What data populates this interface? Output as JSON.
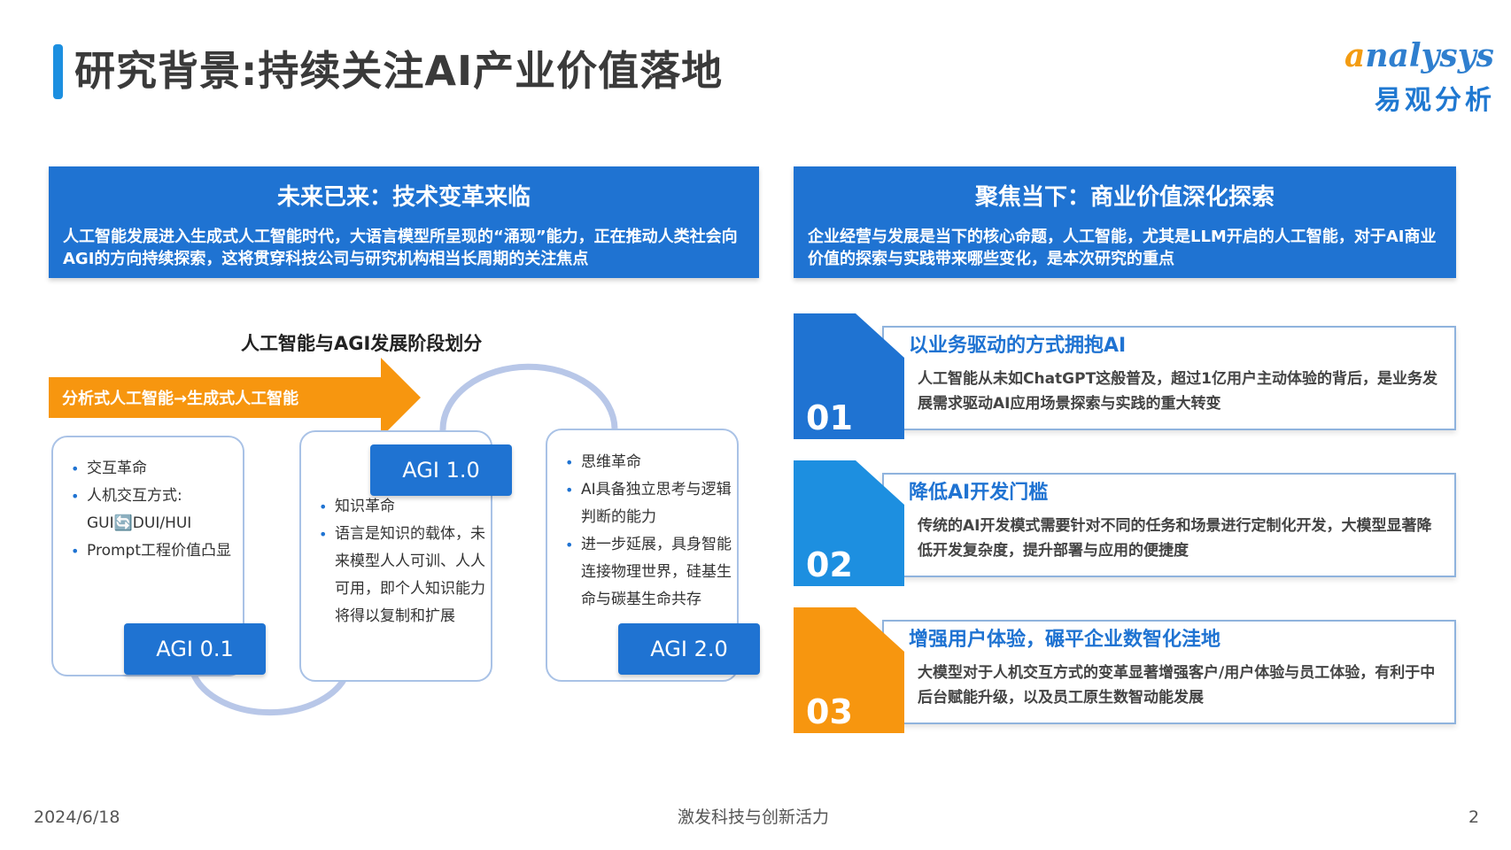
{
  "title": "研究背景:持续关注AI产业价值落地",
  "logo": {
    "en_first": "a",
    "en_rest": "nalysys",
    "cn": "易观分析"
  },
  "left_header": {
    "heading": "未来已来：技术变革来临",
    "description": "人工智能发展进入生成式人工智能时代，大语言模型所呈现的“涌现”能力，正在推动人类社会向AGI的方向持续探索，这将贯穿科技公司与研究机构相当长周期的关注焦点"
  },
  "right_header": {
    "heading": "聚焦当下：商业价值深化探索",
    "description": "企业经营与发展是当下的核心命题，人工智能，尤其是LLM开启的人工智能，对于AI商业价值的探索与实践带来哪些变化，是本次研究的重点"
  },
  "stages": {
    "title": "人工智能与AGI发展阶段划分",
    "arrow_label": "分析式人工智能→生成式人工智能",
    "agi01": {
      "label": "AGI 0.1",
      "bullets": [
        "交互革命",
        "人机交互方式: GUI🔄DUI/HUI",
        "Prompt工程价值凸显"
      ]
    },
    "agi10": {
      "label": "AGI 1.0",
      "bullets": [
        "知识革命",
        "语言是知识的载体，未来模型人人可训、人人可用，即个人知识能力将得以复制和扩展"
      ]
    },
    "agi20": {
      "label": "AGI 2.0",
      "bullets": [
        "思维革命",
        "AI具备独立思考与逻辑判断的能力",
        "进一步延展，具身智能连接物理世界，硅基生命与碳基生命共存"
      ]
    }
  },
  "cards": [
    {
      "number": "01",
      "title": "以业务驱动的方式拥抱AI",
      "description": "人工智能从未如ChatGPT这般普及，超过1亿用户主动体验的背后，是业务发展需求驱动AI应用场景探索与实践的重大转变",
      "color": "#1f73d2"
    },
    {
      "number": "02",
      "title": "降低AI开发门槛",
      "description": "传统的AI开发模式需要针对不同的任务和场景进行定制化开发，大模型显著降低开发复杂度，提升部署与应用的便捷度",
      "color": "#1d8fe0"
    },
    {
      "number": "03",
      "title": "增强用户体验，碾平企业数智化洼地",
      "description": "大模型对于人机交互方式的变革显著增强客户/用户体验与员工体验，有利于中后台赋能升级，以及员工原生数智动能发展",
      "color": "#f7960f"
    }
  ],
  "footer": {
    "date": "2024/6/18",
    "slogan": "激发科技与创新活力",
    "page": "2"
  },
  "colors": {
    "primary_blue": "#1f73d2",
    "orange": "#f7960f",
    "arc": "#b8c7e8"
  }
}
